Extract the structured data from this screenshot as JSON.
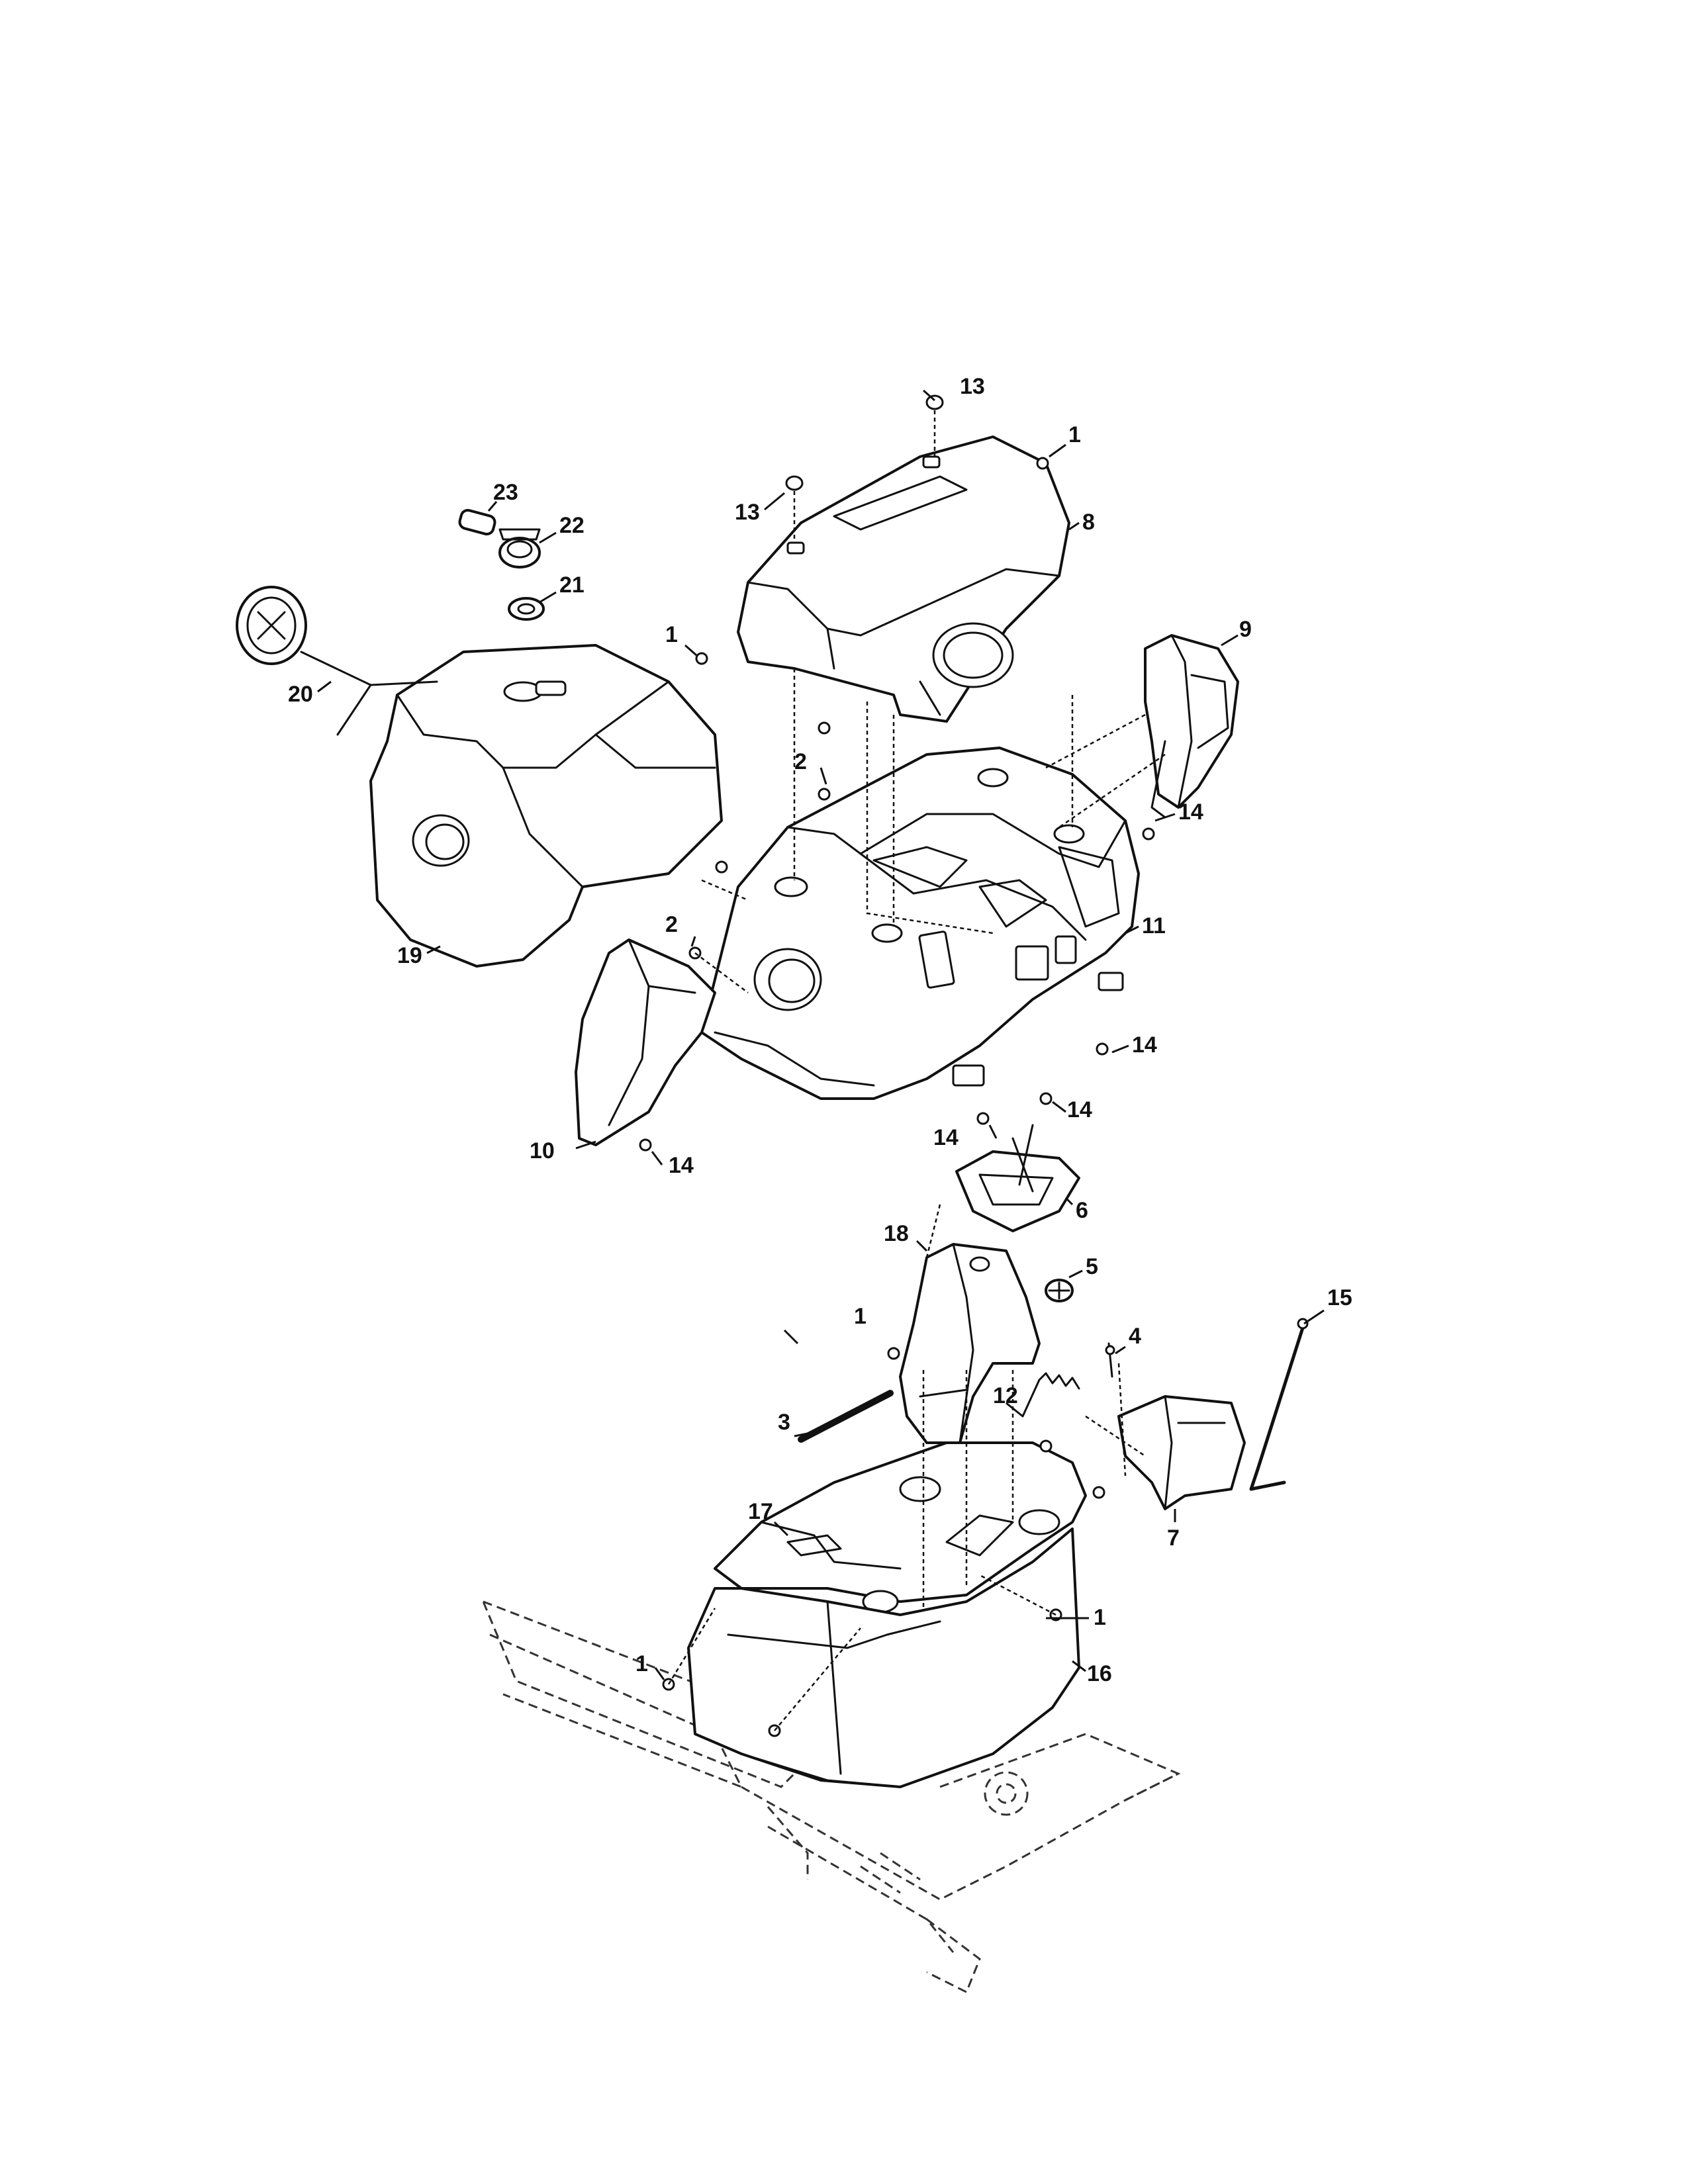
{
  "callouts": [
    {
      "id": "c1a",
      "label": "1"
    },
    {
      "id": "c1b",
      "label": "1"
    },
    {
      "id": "c1c",
      "label": "1"
    },
    {
      "id": "c1d",
      "label": "1"
    },
    {
      "id": "c1e",
      "label": "1"
    },
    {
      "id": "c2a",
      "label": "2"
    },
    {
      "id": "c2b",
      "label": "2"
    },
    {
      "id": "c3",
      "label": "3"
    },
    {
      "id": "c4",
      "label": "4"
    },
    {
      "id": "c5",
      "label": "5"
    },
    {
      "id": "c6",
      "label": "6"
    },
    {
      "id": "c7",
      "label": "7"
    },
    {
      "id": "c8",
      "label": "8"
    },
    {
      "id": "c9",
      "label": "9"
    },
    {
      "id": "c10",
      "label": "10"
    },
    {
      "id": "c11",
      "label": "11"
    },
    {
      "id": "c12",
      "label": "12"
    },
    {
      "id": "c13a",
      "label": "13"
    },
    {
      "id": "c13b",
      "label": "13"
    },
    {
      "id": "c14a",
      "label": "14"
    },
    {
      "id": "c14b",
      "label": "14"
    },
    {
      "id": "c14c",
      "label": "14"
    },
    {
      "id": "c14d",
      "label": "14"
    },
    {
      "id": "c14e",
      "label": "14"
    },
    {
      "id": "c15",
      "label": "15"
    },
    {
      "id": "c16",
      "label": "16"
    },
    {
      "id": "c17",
      "label": "17"
    },
    {
      "id": "c18",
      "label": "18"
    },
    {
      "id": "c19",
      "label": "19"
    },
    {
      "id": "c20",
      "label": "20"
    },
    {
      "id": "c21",
      "label": "21"
    },
    {
      "id": "c22",
      "label": "22"
    },
    {
      "id": "c23",
      "label": "23"
    }
  ]
}
